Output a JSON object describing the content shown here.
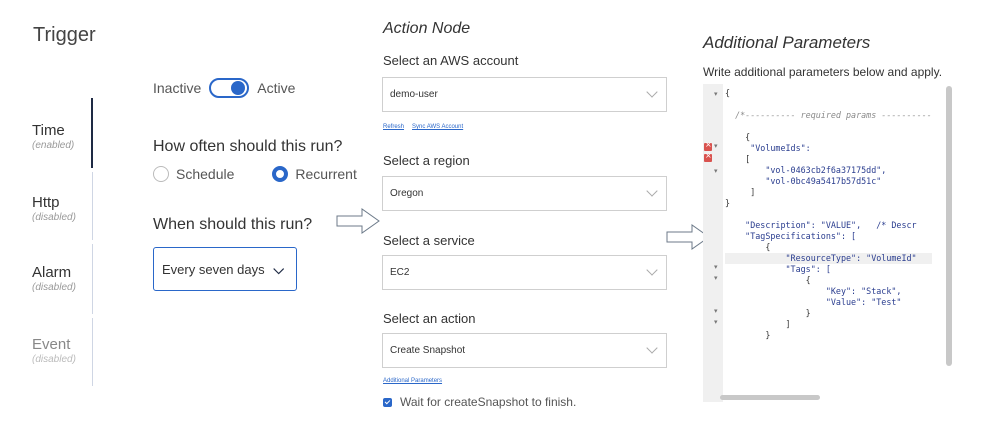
{
  "trigger": {
    "title": "Trigger",
    "tabs": [
      {
        "name": "Time",
        "status": "(enabled)"
      },
      {
        "name": "Http",
        "status": "(disabled)"
      },
      {
        "name": "Alarm",
        "status": "(disabled)"
      },
      {
        "name": "Event",
        "status": "(disabled)"
      }
    ],
    "toggle": {
      "off_label": "Inactive",
      "on_label": "Active",
      "state": "Active"
    },
    "frequency_question": "How often should this run?",
    "frequency_options": [
      "Schedule",
      "Recurrent"
    ],
    "frequency_selected": "Recurrent",
    "when_question": "When should this run?",
    "when_value": "Every seven days"
  },
  "action_node": {
    "title": "Action Node",
    "account_label": "Select an AWS account",
    "account_value": "demo-user",
    "account_links": [
      "Refresh",
      "Sync AWS Account"
    ],
    "region_label": "Select a region",
    "region_value": "Oregon",
    "service_label": "Select a service",
    "service_value": "EC2",
    "action_label": "Select an action",
    "action_value": "Create Snapshot",
    "additional_link": "Additional Parameters",
    "wait_checkbox": "Wait for createSnapshot to finish.",
    "wait_checked": true
  },
  "params": {
    "title": "Additional Parameters",
    "subtitle": "Write additional parameters below and apply.",
    "code_lines": [
      "{",
      "",
      "  /*---------- required params ----------",
      "",
      "    {",
      "     \"VolumeIds\":",
      "    [",
      "        \"vol-0463cb2f6a37175dd\",",
      "        \"vol-0bc49a5417b57d51c\"",
      "     ]",
      "}",
      "",
      "    \"Description\": \"VALUE\",   /* Descr",
      "    \"TagSpecifications\": [",
      "        {",
      "            \"ResourceType\": \"VolumeId\"",
      "            \"Tags\": [",
      "                {",
      "                    \"Key\": \"Stack\",",
      "                    \"Value\": \"Test\"",
      "                }",
      "            ]",
      "        }"
    ]
  },
  "colors": {
    "accent": "#2a67c9",
    "error": "#d9534f"
  }
}
